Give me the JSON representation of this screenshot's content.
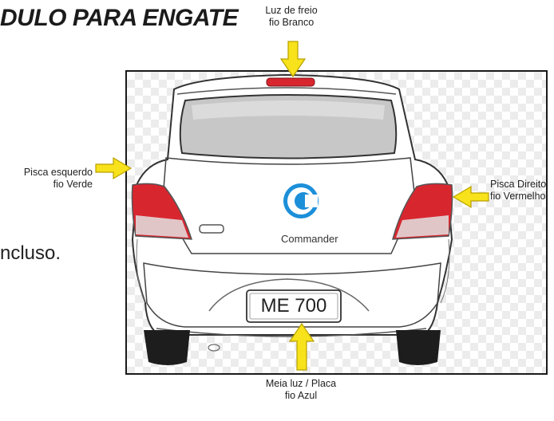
{
  "page": {
    "title": "DULO PARA ENGATE",
    "side_text": "ncluso."
  },
  "labels": {
    "brake_light": {
      "line1": "Luz de freio",
      "line2": "fio Branco"
    },
    "left_turn": {
      "line1": "Pisca esquerdo",
      "line2": "fio Verde"
    },
    "right_turn": {
      "line1": "Pisca Direito",
      "line2": "fio Vermelho"
    },
    "plate_light": {
      "line1": "Meia luz / Placa",
      "line2": "fio Azul"
    }
  },
  "car": {
    "brand": "Commander",
    "plate": "ME 700"
  },
  "colors": {
    "arrow_fill": "#f7e21b",
    "arrow_stroke": "#b8a000",
    "taillight": "#d8262f",
    "brake_light": "#d8262f",
    "logo": "#1c8fd9"
  }
}
